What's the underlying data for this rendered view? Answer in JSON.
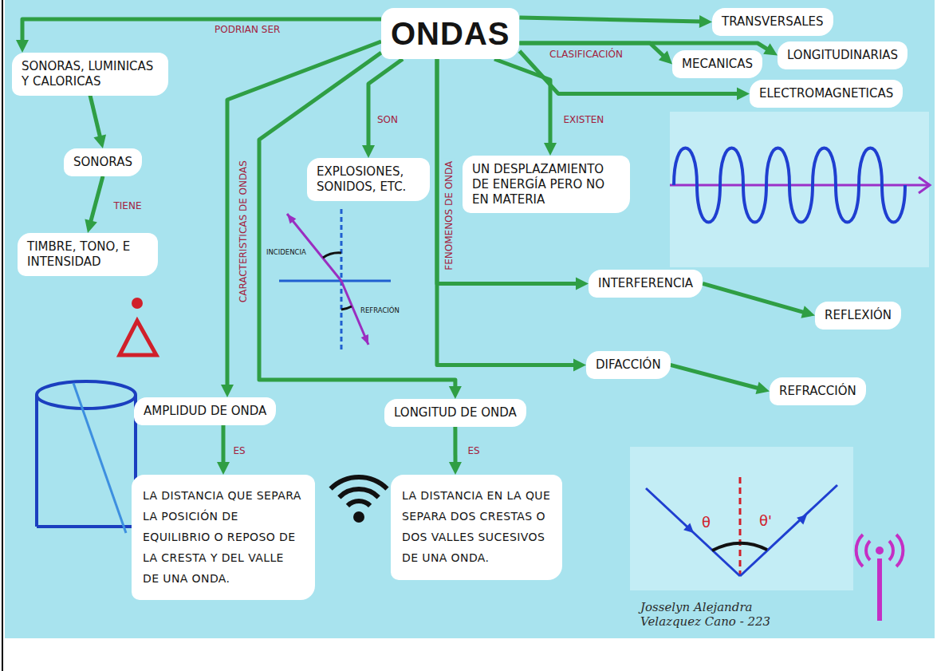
{
  "diagram": {
    "nodes": [
      {
        "text": [
          "ONDAS"
        ]
      },
      {
        "text": [
          "SONORAS, LUMINICAS Y CALORICAS"
        ]
      },
      {
        "text": [
          "SONORAS"
        ]
      },
      {
        "text": [
          "TIMBRE, TONO, E INTENSIDAD"
        ]
      },
      {
        "text": [
          "TRANSVERSALES"
        ]
      },
      {
        "text": [
          "MECANICAS"
        ]
      },
      {
        "text": [
          "LONGITUDINARIAS"
        ]
      },
      {
        "text": [
          "ELECTROMAGNETICAS"
        ]
      },
      {
        "text": [
          "EXPLOSIONES, SONIDOS, ETC."
        ]
      },
      {
        "text": [
          "UN DESPLAZAMIENTO DE ENERGÍA PERO NO EN MATERIA"
        ]
      },
      {
        "text": [
          "INTERFERENCIA"
        ]
      },
      {
        "text": [
          "REFLEXIÓN"
        ]
      },
      {
        "text": [
          "DIFACCIÓN"
        ]
      },
      {
        "text": [
          "REFRACCIÓN"
        ]
      },
      {
        "text": [
          "AMPLIDUD DE ONDA"
        ]
      },
      {
        "text": [
          "LA DISTANCIA QUE SEPARA LA POSICIÓN DE EQUILIBRIO O REPOSO DE LA CRESTA Y DEL VALLE DE UNA ONDA."
        ]
      },
      {
        "text": [
          "LONGITUD DE ONDA"
        ]
      },
      {
        "text": [
          "LA DISTANCIA EN LA QUE SEPARA DOS CRESTAS O DOS VALLES SUCESIVOS DE UNA ONDA."
        ]
      }
    ],
    "edges": [
      {
        "from": 0,
        "to": 1,
        "label": "PODRIAN SER",
        "arrow": "to"
      },
      {
        "from": 1,
        "to": 2,
        "arrow": "to"
      },
      {
        "from": 2,
        "to": 3,
        "label": "TIENE",
        "arrow": "to"
      },
      {
        "from": 0,
        "to": 4,
        "arrow": "to"
      },
      {
        "from": 0,
        "to": 5,
        "label": "CLASIFICACIÓN",
        "arrow": "to"
      },
      {
        "from": 0,
        "to": 6,
        "arrow": "to"
      },
      {
        "from": 0,
        "to": 7,
        "arrow": "to"
      },
      {
        "from": 0,
        "to": 8,
        "label": "SON",
        "arrow": "to"
      },
      {
        "from": 0,
        "to": 9,
        "label": "EXISTEN",
        "arrow": "to"
      },
      {
        "from": 0,
        "to": 10,
        "label": "FENOMENOS DE ONDA",
        "arrow": "to"
      },
      {
        "from": 0,
        "to": 12,
        "arrow": "to"
      },
      {
        "from": 10,
        "to": 11,
        "arrow": "to"
      },
      {
        "from": 12,
        "to": 13,
        "arrow": "to"
      },
      {
        "from": 0,
        "to": 14,
        "label": "CARACTERISTICAS DE ONDAS",
        "arrow": "to"
      },
      {
        "from": 0,
        "to": 16,
        "arrow": "to"
      },
      {
        "from": 14,
        "to": 15,
        "label": "ES",
        "arrow": "to"
      },
      {
        "from": 16,
        "to": 17,
        "label": "ES",
        "arrow": "to"
      }
    ],
    "labels": [
      "INCIDENCIA",
      "REFRACIÓN",
      "θ",
      "θ'",
      "Josselyn Alejandra Velazquez Cano - 223"
    ]
  }
}
